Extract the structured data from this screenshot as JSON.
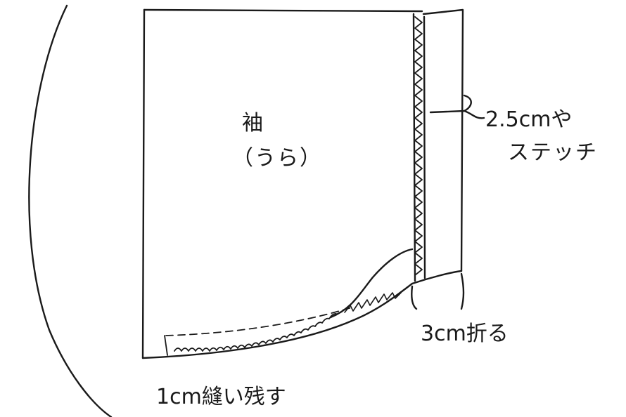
{
  "labels": {
    "sleeve": "袖",
    "ura": "（うら）",
    "stitch_line1": "2.5cmや",
    "stitch_line2": "ステッチ",
    "fold": "3cm折る",
    "leave_open": "1cm縫い残す"
  },
  "colors": {
    "ink": "#1a1a1a",
    "background": "#ffffff"
  }
}
